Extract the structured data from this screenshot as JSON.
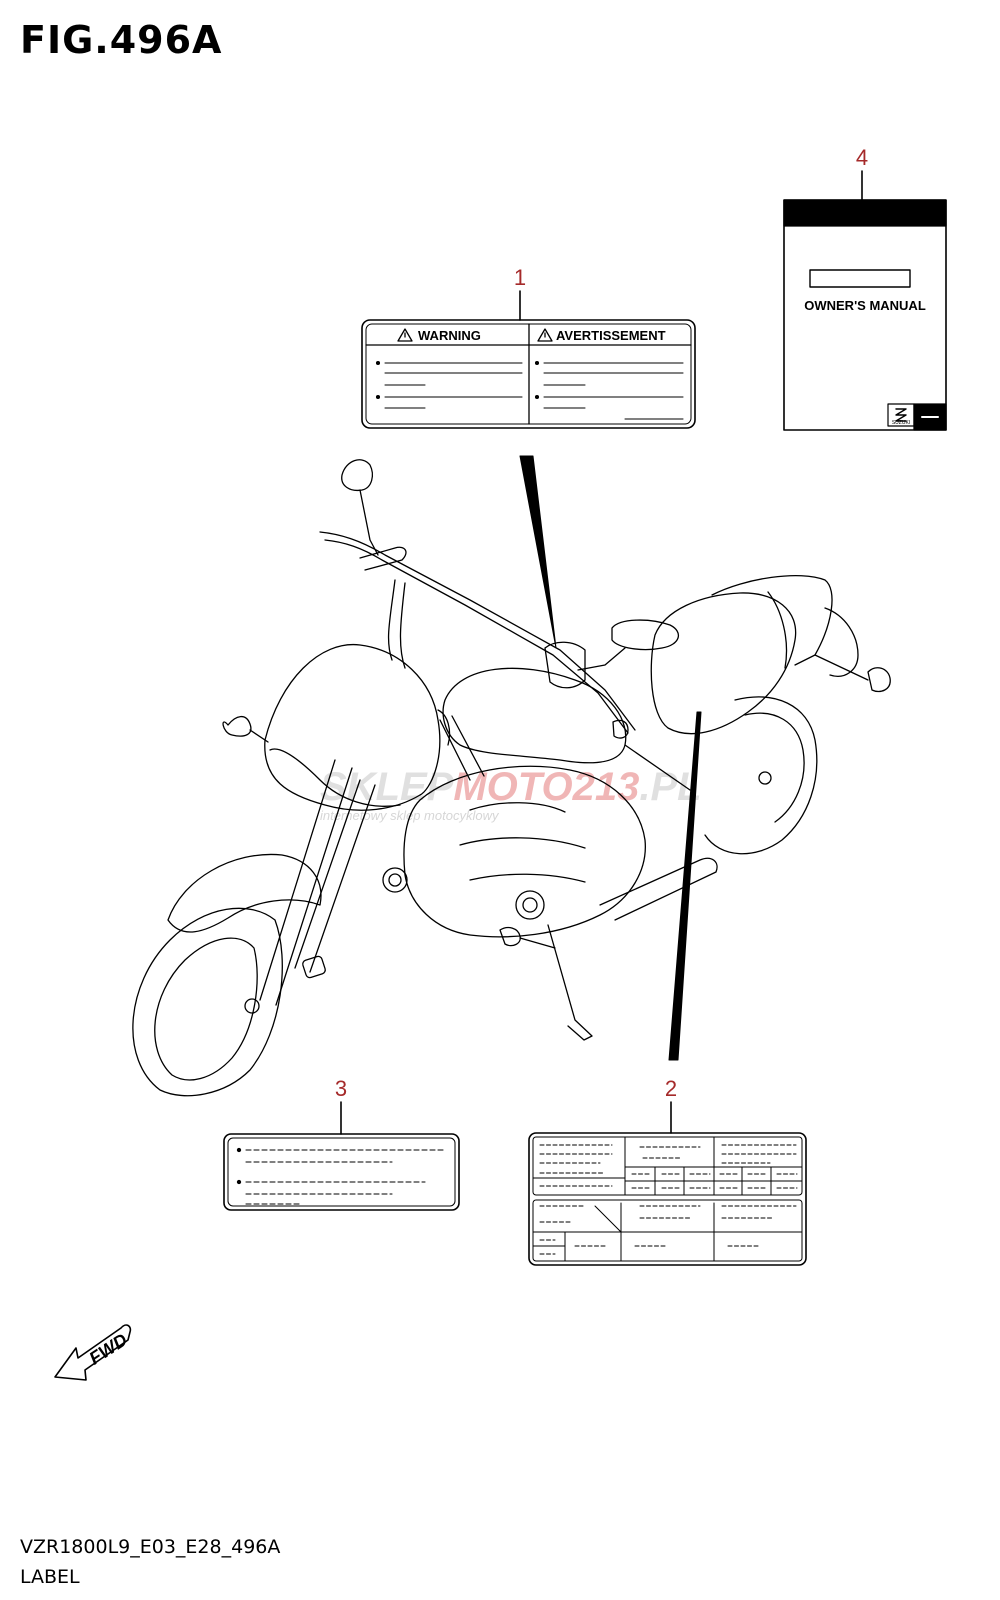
{
  "figure": {
    "title": "FIG.496A",
    "code": "VZR1800L9_E03_E28_496A",
    "caption": "LABEL"
  },
  "callouts": {
    "c1": "1",
    "c2": "2",
    "c3": "3",
    "c4": "4"
  },
  "labels": {
    "warning_text": "WARNING",
    "avertissement_text": "AVERTISSEMENT",
    "manual_title": "OWNER'S MANUAL",
    "brand_mark": "SUZUKI"
  },
  "direction_marker": "FWD",
  "watermark": {
    "brand_a": "SKLEP",
    "brand_b": "MOTO",
    "brand_c": "213",
    "brand_d": ".PL",
    "tagline": "internetowy sklep motocyklowy"
  },
  "colors": {
    "callout": "#a52a2a",
    "line": "#000000",
    "watermark_accent": "#e06060"
  }
}
